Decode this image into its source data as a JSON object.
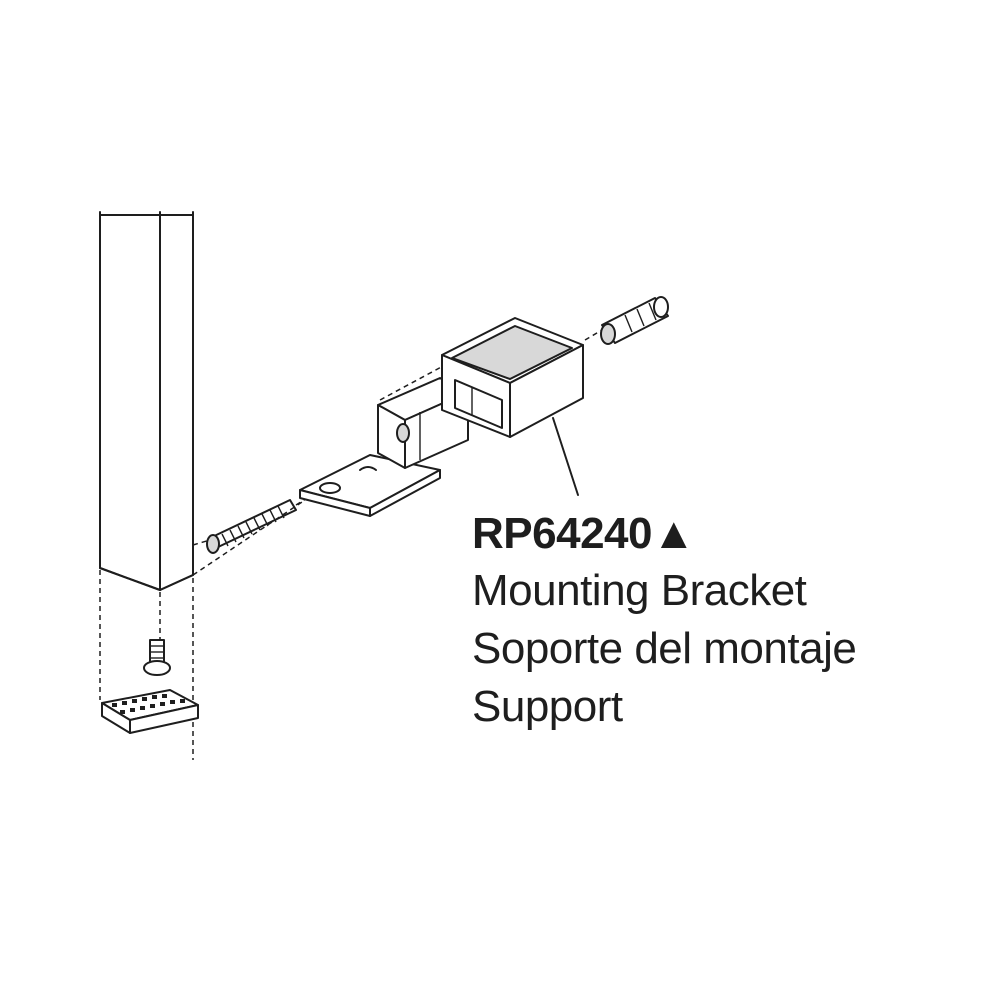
{
  "callout": {
    "part_number": "RP64240",
    "marker_symbol": "▲",
    "description_en": "Mounting Bracket",
    "description_es": "Soporte del montaje",
    "description_fr": "Support"
  },
  "colors": {
    "line": "#1e1e1e",
    "background": "#ffffff"
  }
}
